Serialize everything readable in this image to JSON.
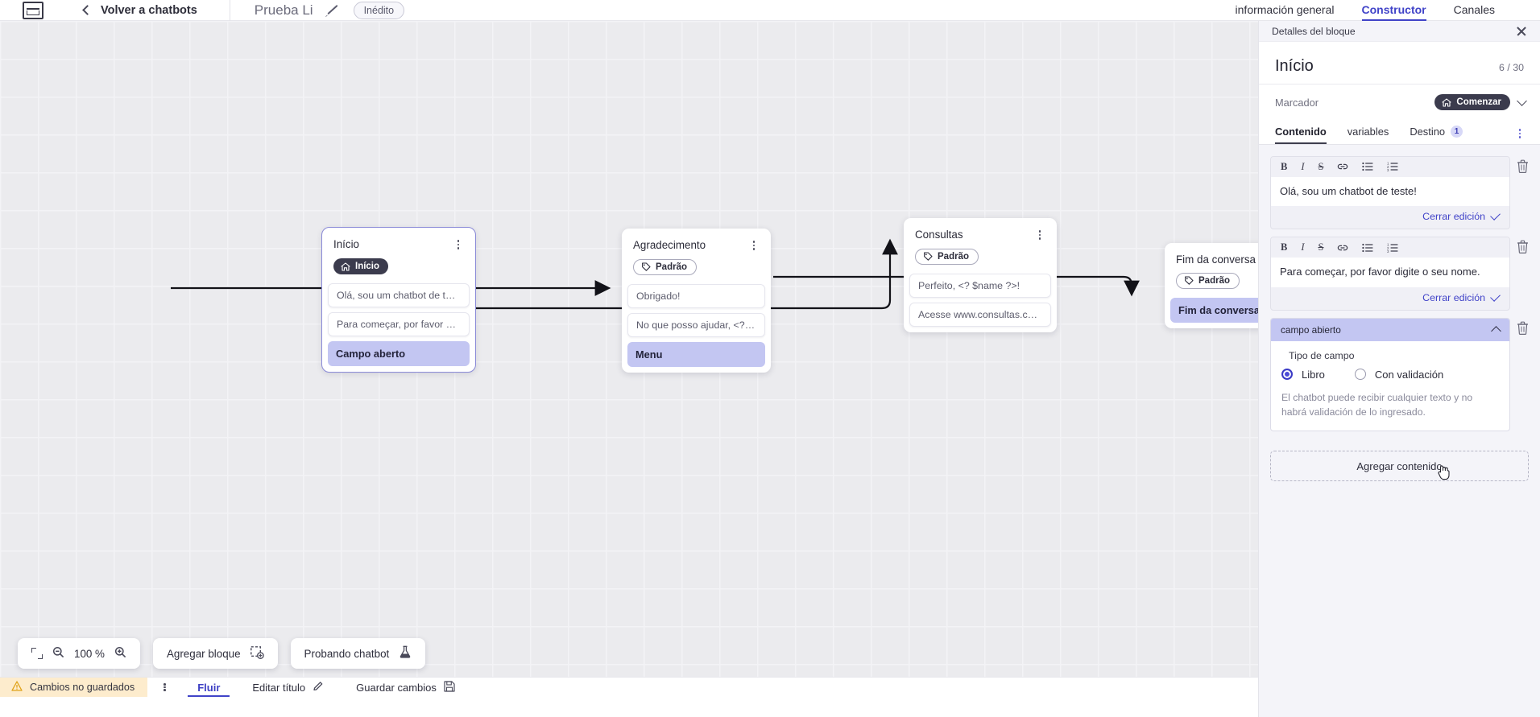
{
  "topbar": {
    "logo_icon": "app-logo-icon",
    "back_label": "Volver a chatbots",
    "doc_title": "Prueba Li",
    "edit_icon": "pencil-icon",
    "status_badge": "Inédito",
    "tabs": [
      {
        "label": "información general",
        "active": false
      },
      {
        "label": "Constructor",
        "active": true
      },
      {
        "label": "Canales",
        "active": false
      }
    ]
  },
  "canvas": {
    "nodes": [
      {
        "id": "inicio",
        "title": "Início",
        "chip": {
          "type": "start",
          "label": "Início",
          "icon": "home-icon"
        },
        "messages": [
          "Olá, sou um chatbot de teste!",
          "Para começar, por favor digite o ..."
        ],
        "input_row": "Campo aberto",
        "selected": true
      },
      {
        "id": "agradecimento",
        "title": "Agradecimento",
        "chip": {
          "type": "default",
          "label": "Padrão",
          "icon": "tag-icon"
        },
        "messages": [
          "Obrigado!",
          "No que posso ajudar, <? $name ..."
        ],
        "input_row": "Menu",
        "selected": false
      },
      {
        "id": "consultas",
        "title": "Consultas",
        "chip": {
          "type": "default",
          "label": "Padrão",
          "icon": "tag-icon"
        },
        "messages": [
          "Perfeito, <? $name ?>!",
          "Acesse www.consultas.com par..."
        ],
        "input_row": null,
        "selected": false
      },
      {
        "id": "fim",
        "title": "Fim da conversa",
        "chip": {
          "type": "default",
          "label": "Padrão",
          "icon": "tag-icon"
        },
        "messages": [],
        "input_row": "Fim da conversa",
        "selected": false
      }
    ]
  },
  "float_toolbar": {
    "fit_icon": "fit-to-screen-icon",
    "zoom_out_icon": "zoom-out-icon",
    "zoom_level": "100 %",
    "zoom_in_icon": "zoom-in-icon",
    "add_block_label": "Agregar bloque",
    "add_block_icon": "add-block-icon",
    "test_label": "Probando chatbot",
    "test_icon": "flask-icon"
  },
  "statusbar": {
    "warning_icon": "warning-triangle-icon",
    "warning_label": "Cambios no guardados",
    "kebab_icon": "kebab-menu-icon",
    "flow_label": "Fluir",
    "edit_title_label": "Editar título",
    "edit_title_icon": "pencil-icon",
    "save_label": "Guardar cambios",
    "save_icon": "save-disk-icon"
  },
  "panel": {
    "header_title": "Detalles del bloque",
    "close_icon": "close-icon",
    "block_title": "Início",
    "counter": "6 / 30",
    "marker_label": "Marcador",
    "marker_badge": "Comenzar",
    "marker_badge_icon": "home-icon",
    "marker_chevron_icon": "chevron-down-icon",
    "tabs": [
      {
        "label": "Contenido",
        "active": true,
        "badge": null
      },
      {
        "label": "variables",
        "active": false,
        "badge": null
      },
      {
        "label": "Destino",
        "active": false,
        "badge": "1"
      }
    ],
    "tabs_kebab_icon": "kebab-menu-icon",
    "rich_toolbar": [
      {
        "icon": "bold-icon",
        "glyph": "B"
      },
      {
        "icon": "italic-icon",
        "glyph": "I"
      },
      {
        "icon": "strikethrough-icon",
        "glyph": "S"
      },
      {
        "icon": "link-icon",
        "glyph": ""
      },
      {
        "icon": "bullet-list-icon",
        "glyph": ""
      },
      {
        "icon": "numbered-list-icon",
        "glyph": ""
      }
    ],
    "blocks": [
      {
        "text": "Olá, sou um chatbot de teste!",
        "close_label": "Cerrar edición",
        "delete_icon": "trash-icon"
      },
      {
        "text": "Para começar, por favor digite o seu nome.",
        "close_label": "Cerrar edición",
        "delete_icon": "trash-icon"
      }
    ],
    "field": {
      "header": "campo abierto",
      "collapse_icon": "chevron-up-icon",
      "delete_icon": "trash-icon",
      "type_label": "Tipo de campo",
      "options": [
        {
          "label": "Libro",
          "selected": true
        },
        {
          "label": "Con validación",
          "selected": false
        }
      ],
      "note": "El chatbot puede recibir cualquier texto y no habrá validación de lo ingresado."
    },
    "add_content_label": "Agregar contenido"
  },
  "colors": {
    "accent": "#4043c8",
    "node_input": "#c3c6f2",
    "warning_bg": "#fdeccd",
    "panel_bg": "#f4f4f9",
    "canvas_bg": "#ebebee"
  }
}
